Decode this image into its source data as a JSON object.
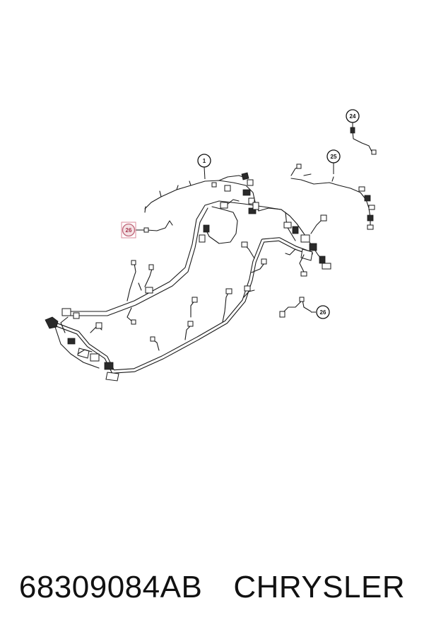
{
  "callouts": {
    "c1": "1",
    "c24": "24",
    "c25": "25",
    "c26a": "26",
    "c26b": "26"
  },
  "caption": {
    "part_number": "68309084AB",
    "brand": "CHRYSLER"
  },
  "colors": {
    "line": "#1a1a1a",
    "highlight": "#c0677a"
  }
}
